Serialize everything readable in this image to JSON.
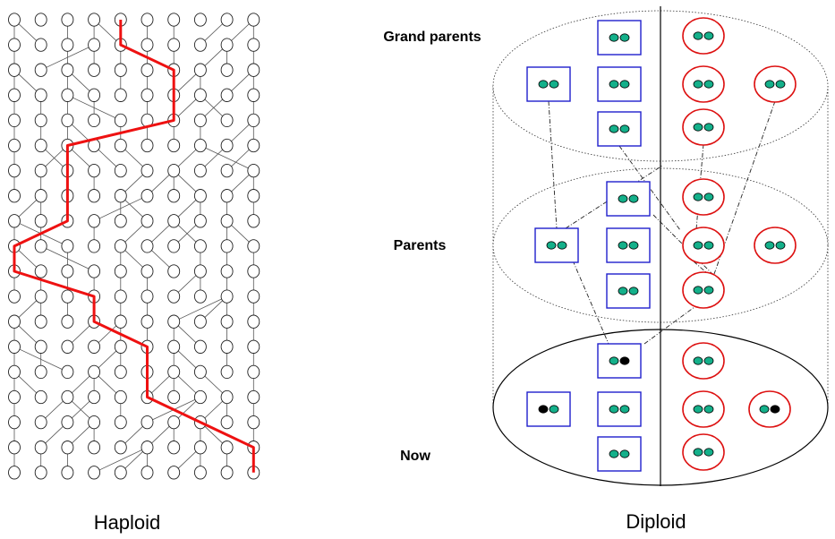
{
  "captions": {
    "haploid": "Haploid",
    "diploid": "Diploid"
  },
  "generations": {
    "grandparents": "Grand parents",
    "parents": "Parents",
    "now": "Now"
  },
  "colors": {
    "male_box": "#2020cc",
    "female_circle": "#dd1111",
    "allele_green": "#14b08a",
    "allele_mutant": "#000000",
    "lineage_path": "#ee1111",
    "node_stroke": "#222222"
  },
  "haploid": {
    "columns": 10,
    "rows": 19,
    "highlight_path_cols": [
      4,
      4,
      6,
      6,
      6,
      2,
      2,
      2,
      2,
      0,
      0,
      3,
      3,
      5,
      5,
      5,
      7,
      9,
      9
    ],
    "highlight_start_row": 0
  },
  "diploid": {
    "grandparents": {
      "males": [
        [
          "green",
          "green"
        ],
        [
          "green",
          "green"
        ],
        [
          "green",
          "green"
        ],
        [
          "green",
          "green"
        ]
      ],
      "females": [
        [
          "green",
          "green"
        ],
        [
          "green",
          "green"
        ],
        [
          "green",
          "green"
        ],
        [
          "green",
          "green"
        ]
      ]
    },
    "parents": {
      "males": [
        [
          "green",
          "green"
        ],
        [
          "green",
          "green"
        ],
        [
          "green",
          "green"
        ],
        [
          "green",
          "green"
        ]
      ],
      "females": [
        [
          "green",
          "green"
        ],
        [
          "green",
          "green"
        ],
        [
          "green",
          "green"
        ],
        [
          "green",
          "green"
        ]
      ]
    },
    "now": {
      "males": [
        [
          "green",
          "black"
        ],
        [
          "black",
          "green"
        ],
        [
          "green",
          "green"
        ],
        [
          "green",
          "green"
        ]
      ],
      "females": [
        [
          "green",
          "green"
        ],
        [
          "green",
          "green"
        ],
        [
          "green",
          "black"
        ],
        [
          "green",
          "green"
        ]
      ]
    }
  }
}
